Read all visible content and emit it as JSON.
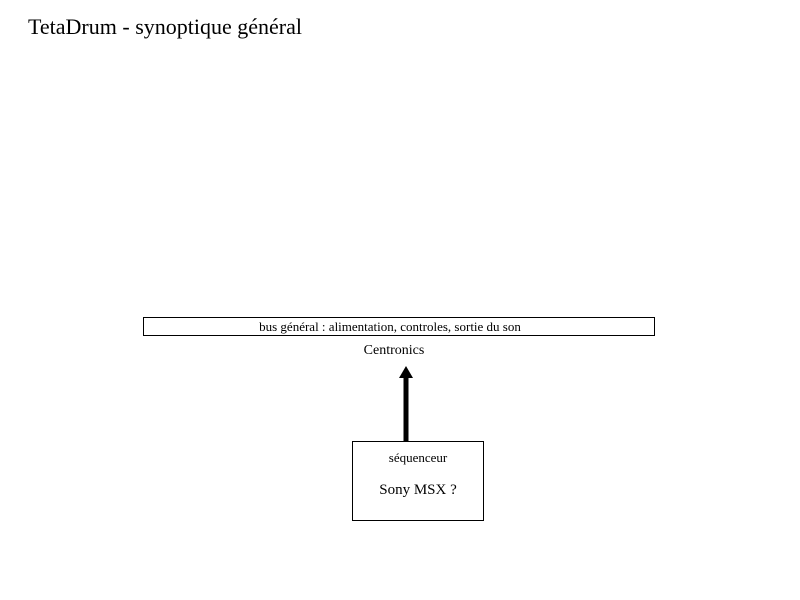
{
  "slide": {
    "title": "TetaDrum - synoptique général",
    "background_color": "#ffffff",
    "text_color": "#000000",
    "stroke_color": "#000000"
  },
  "diagram": {
    "bus": {
      "label": "bus général : alimentation, controles, sortie du son"
    },
    "connection": {
      "label": "Centronics",
      "arrow_direction": "up",
      "from": "séquenceur",
      "to": "bus général : alimentation, controles, sortie du son"
    },
    "sequencer": {
      "line1": "séquenceur",
      "line2": "Sony MSX ?"
    }
  }
}
